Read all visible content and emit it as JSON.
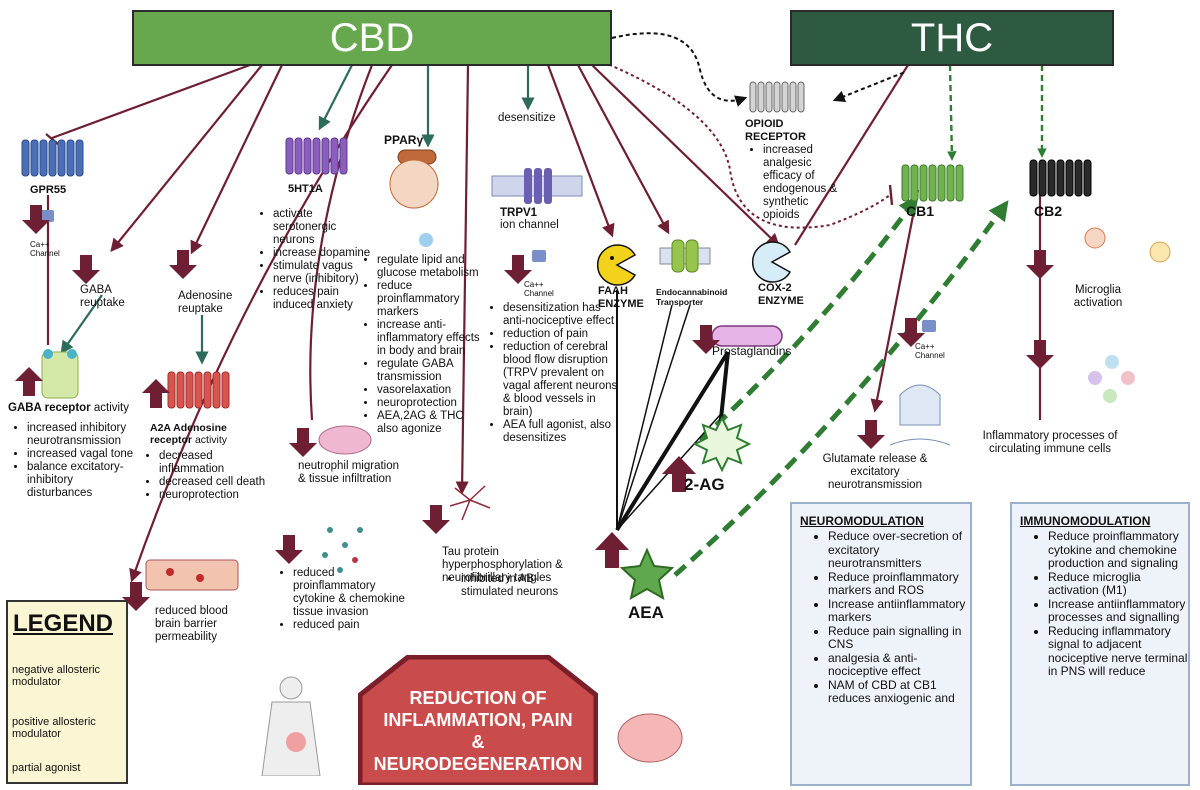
{
  "headers": {
    "cbd": "CBD",
    "thc": "THC"
  },
  "colors": {
    "cbd_green": "#67a84f",
    "thc_green": "#2e5a41",
    "arrow_maroon": "#6e1f33",
    "teal": "#2d6b5a",
    "panel_bg": "#eef3fa",
    "legend_bg": "#faf5d2",
    "big_box": "#c94b4b"
  },
  "receptors": {
    "gpr55": "GPR55",
    "ht1a": "5HT1A",
    "ppar": "PPARγ",
    "trpv1_name": "TRPV1",
    "trpv1_sub": "ion channel",
    "opioid": "OPIOID RECEPTOR",
    "cb1": "CB1",
    "cb2": "CB2",
    "faah": "FAAH ENZYME",
    "endo": "Endocannabinoid Transporter",
    "cox2": "COX-2 ENZYME",
    "a2a_name": "A2A Adenosine receptor",
    "a2a_suffix": "activity",
    "gaba_name": "GABA receptor",
    "gaba_suffix": "activity"
  },
  "labels": {
    "desensitize": "desensitize",
    "ca_channel": "Ca++ Channel",
    "gaba_reuptake": "GABA reuptake",
    "adenosine_reuptake": "Adenosine reuptake",
    "neutrophil": "neutrophil migration & tissue infiltration",
    "tau": "Tau protein hyperphosphorylation & neurofibrillary tangles",
    "prostaglandins": "Prostaglandins",
    "two_ag": "2-AG",
    "aea": "AEA",
    "glutamate": "Glutamate release & excitatory neurotransmission",
    "microglia": "Microglia activation",
    "inflammatory": "Inflammatory processes of circulating immune cells",
    "bbb": "reduced blood brain barrier permeability"
  },
  "lists": {
    "gaba": [
      "increased inhibitory neurotransmission",
      "increased vagal tone",
      "balance excitatory-inhibitory disturbances"
    ],
    "a2a": [
      "decreased inflammation",
      "decreased cell death",
      "neuroprotection"
    ],
    "ht1a": [
      "activate serotonergic neurons",
      "increase dopamine",
      "stimulate vagus nerve (inhibitory)",
      "reduces pain induced anxiety"
    ],
    "ppar": [
      "regulate lipid and glucose metabolism",
      "reduce proinflammatory markers",
      "increase anti-inflammatory effects in body and brain",
      "regulate GABA transmission",
      "vasorelaxation",
      "neuroprotection",
      "AEA,2AG & THC also agonize"
    ],
    "trpv1": [
      "desensitization has anti-nociceptive effect",
      "reduction of pain",
      "reduction of cerebral blood flow disruption (TRPV prevalent  on vagal afferent neurons & blood vessels in brain)",
      "AEA full agonist, also desensitizes"
    ],
    "opioid": [
      "increased analgesic efficacy of endogenous & synthetic opioids"
    ],
    "cytokine": [
      "reduced proinflammatory cytokine & chemokine tissue invasion",
      "reduced pain"
    ],
    "tau": [
      "inhibited in AB-stimulated neurons"
    ]
  },
  "panels": {
    "neuro_title": "NEUROMODULATION",
    "neuro_items": [
      "Reduce over-secretion of excitatory neurotransmitters",
      "Reduce proinflammatory markers and ROS",
      "Increase antiinflammatory markers",
      "Reduce pain signalling in CNS",
      "analgesia & anti-nociceptive effect",
      "NAM of CBD at CB1 reduces anxiogenic and"
    ],
    "immuno_title": "IMMUNOMODULATION",
    "immuno_items": [
      "Reduce proinflammatory cytokine and chemokine production and signaling",
      "Reduce microglia activation (M1)",
      "Increase antiinflammatory processes and signalling",
      "Reducing inflammatory signal to adjacent nociceptive nerve terminal in PNS will reduce"
    ]
  },
  "legend": {
    "title": "LEGEND",
    "negative": "negative  allosteric modulator",
    "positive": "positive allosteric modulator",
    "partial": "partial agonist"
  },
  "bottom_box": {
    "line1": "REDUCTION OF",
    "line2": "INFLAMMATION, PAIN",
    "line3": "&",
    "line4": "NEURODEGENERATION"
  }
}
